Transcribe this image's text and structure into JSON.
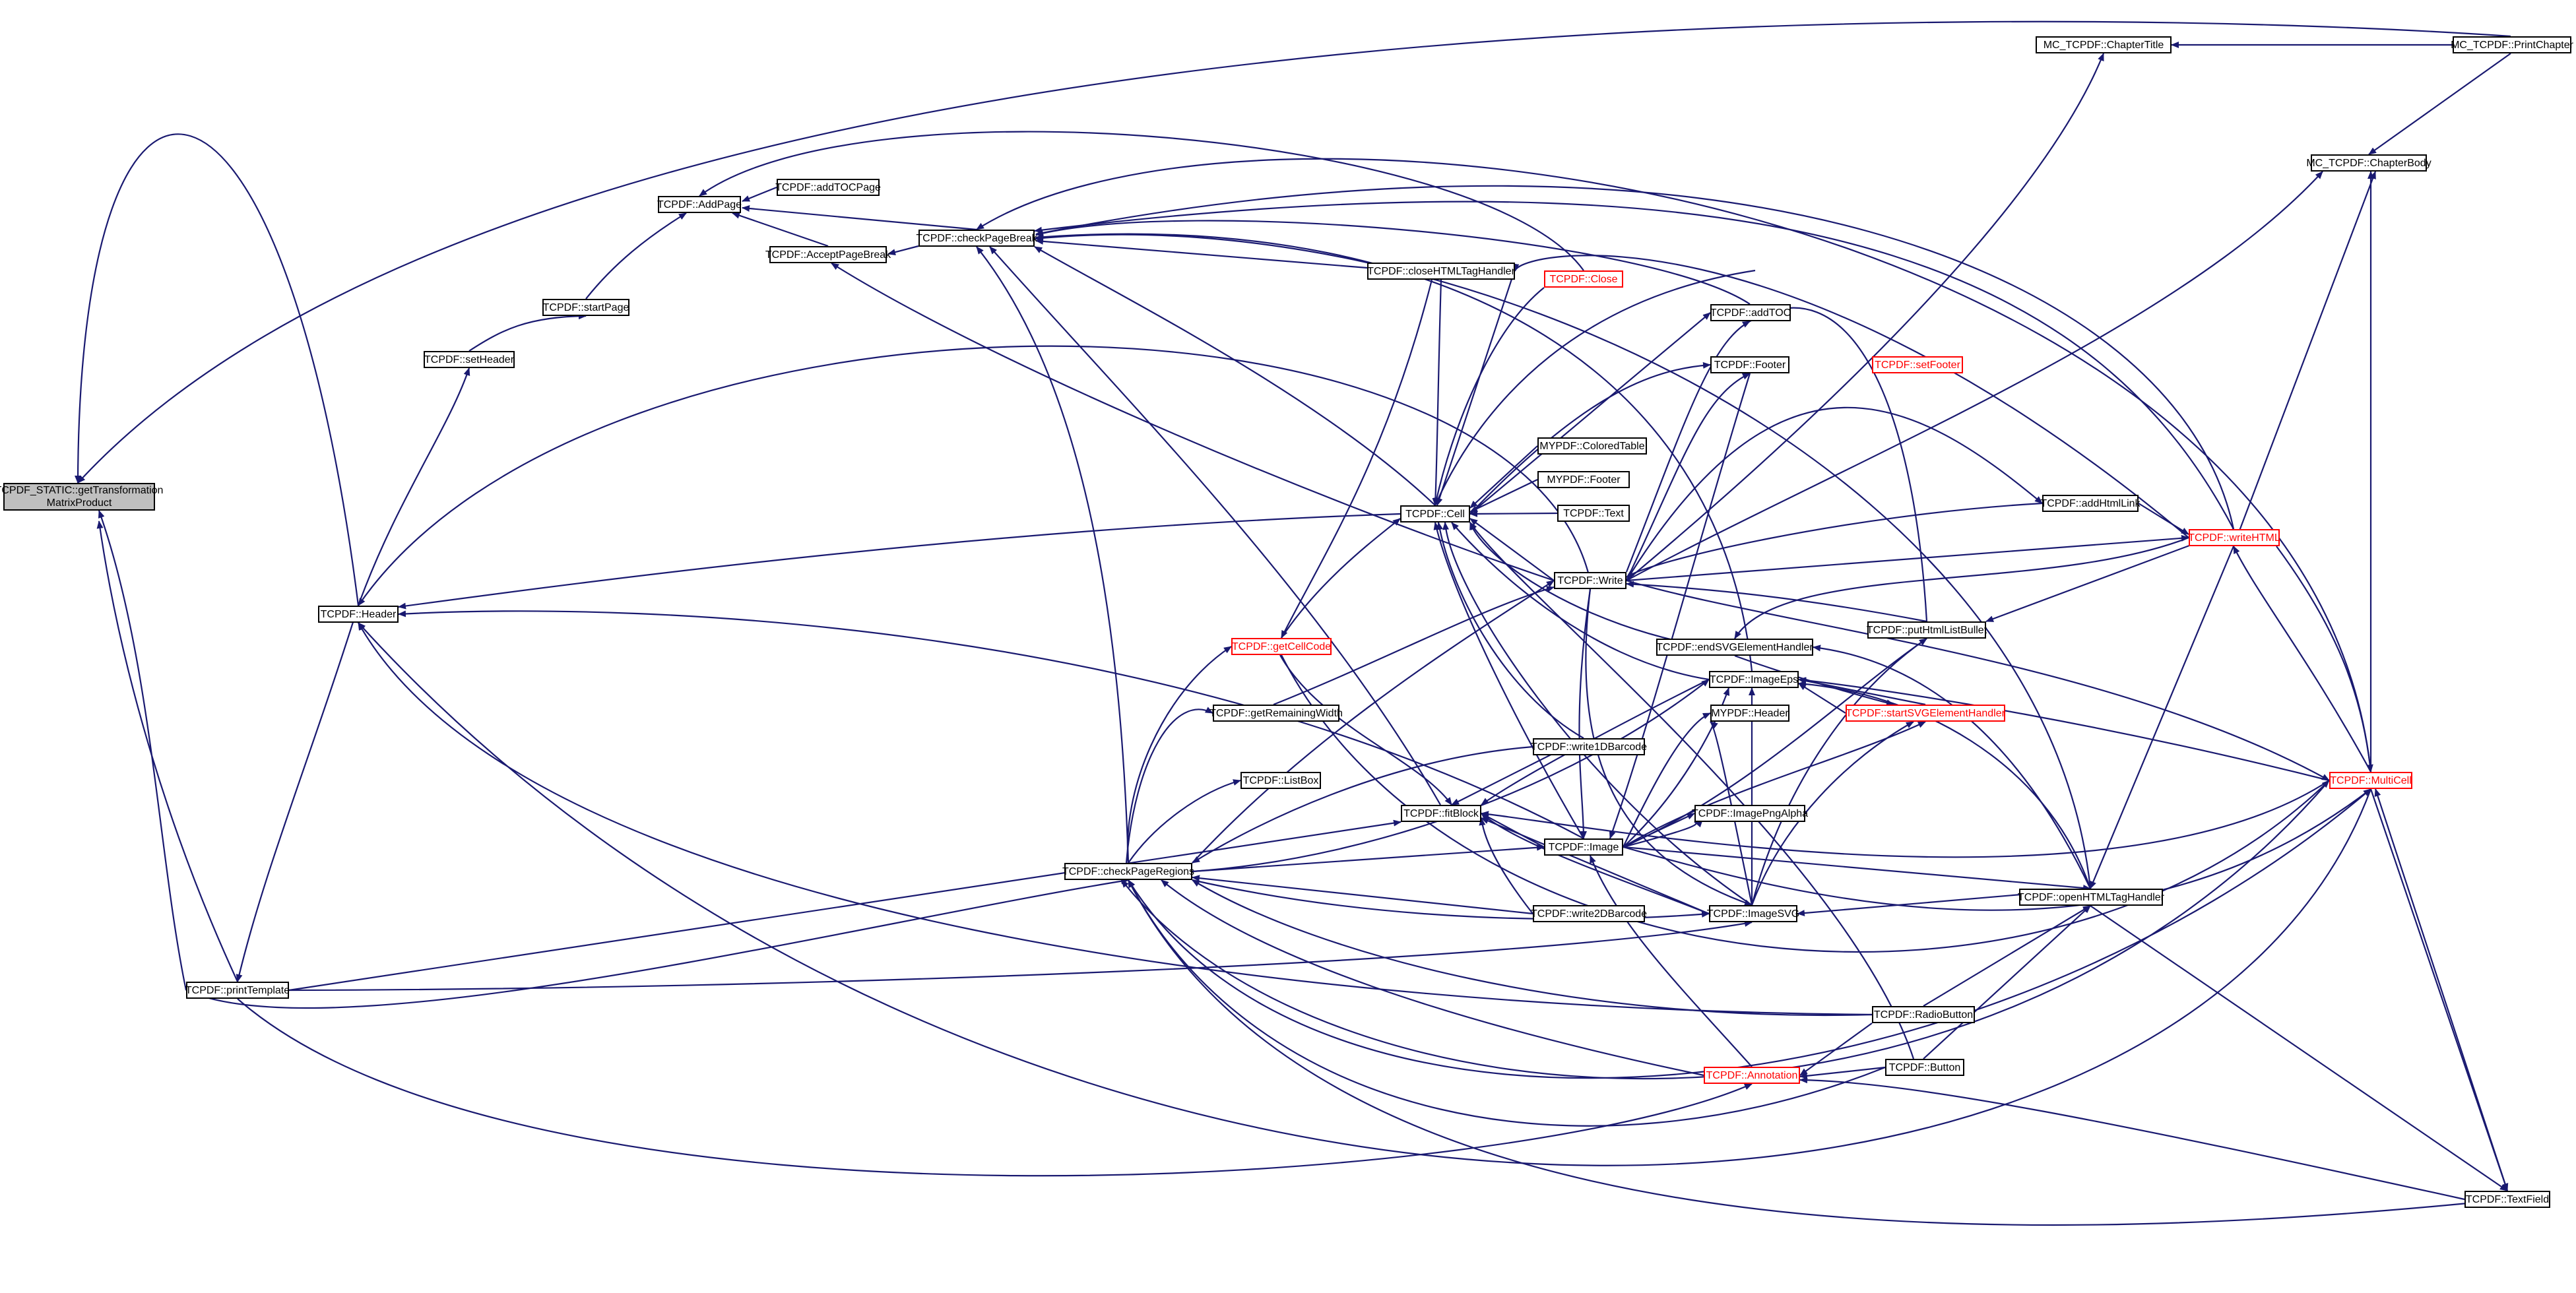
{
  "diagram": {
    "nodes": {
      "root_line1": "TCPDF_STATIC::getTransformation",
      "root_line2": "MatrixProduct",
      "printTemplate": "TCPDF::printTemplate",
      "Header": "TCPDF::Header",
      "setHeader": "TCPDF::setHeader",
      "startPage": "TCPDF::startPage",
      "AddPage": "TCPDF::AddPage",
      "addTOCPage": "TCPDF::addTOCPage",
      "AcceptPageBreak": "TCPDF::AcceptPageBreak",
      "checkPageBreak": "TCPDF::checkPageBreak",
      "closeHTMLTagHandler": "TCPDF::closeHTMLTagHandler",
      "Close": "TCPDF::Close",
      "addTOC": "TCPDF::addTOC",
      "Footer": "TCPDF::Footer",
      "setFooter": "TCPDF::setFooter",
      "ColoredTable": "MYPDF::ColoredTable",
      "MYPDF_Footer": "MYPDF::Footer",
      "Text": "TCPDF::Text",
      "Cell": "TCPDF::Cell",
      "Write": "TCPDF::Write",
      "getCellCode": "TCPDF::getCellCode",
      "getRemainingWidth": "TCPDF::getRemainingWidth",
      "ListBox": "TCPDF::ListBox",
      "fitBlock": "TCPDF::fitBlock",
      "checkPageRegions": "TCPDF::checkPageRegions",
      "write1DBarcode": "TCPDF::write1DBarcode",
      "write2DBarcode": "TCPDF::write2DBarcode",
      "Image": "TCPDF::Image",
      "ImageSVG": "TCPDF::ImageSVG",
      "ImageEps": "TCPDF::ImageEps",
      "endSVGElementHandler": "TCPDF::endSVGElementHandler",
      "MYPDF_Header": "MYPDF::Header",
      "ImagePngAlpha": "TCPDF::ImagePngAlpha",
      "startSVGElementHandler": "TCPDF::startSVGElementHandler",
      "putHtmlListBullet": "TCPDF::putHtmlListBullet",
      "addHtmlLink": "TCPDF::addHtmlLink",
      "openHTMLTagHandler": "TCPDF::openHTMLTagHandler",
      "RadioButton": "TCPDF::RadioButton",
      "Annotation": "TCPDF::Annotation",
      "Button": "TCPDF::Button",
      "ChapterTitle": "MC_TCPDF::ChapterTitle",
      "PrintChapter": "MC_TCPDF::PrintChapter",
      "ChapterBody": "MC_TCPDF::ChapterBody",
      "writeHTML": "TCPDF::writeHTML",
      "MultiCell": "TCPDF::MultiCell",
      "TextField": "TCPDF::TextField"
    },
    "colors": {
      "edge": "#191970",
      "truncated_node": "#ff0000",
      "root_fill": "#bfbfbf"
    }
  }
}
